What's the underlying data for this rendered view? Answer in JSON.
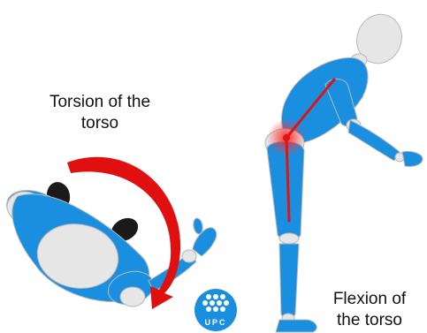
{
  "labels": {
    "torsion": {
      "line1": "Torsion of the",
      "line2": "torso"
    },
    "flexion": {
      "line1": "Flexion of",
      "line2": "the torso"
    }
  },
  "logo": {
    "text": "UPC"
  },
  "colors": {
    "body_blue": "#1a8fe0",
    "joint_gray": "#e6e6e6",
    "outline_gray": "#b8b8b8",
    "dark_hair": "#1a1a1a",
    "arrow_red": "#e01010",
    "spine_red": "#dd1515",
    "logo_blue": "#1a8fe0"
  },
  "icons": [
    "rotation-arrow-icon",
    "upc-logo-icon"
  ]
}
